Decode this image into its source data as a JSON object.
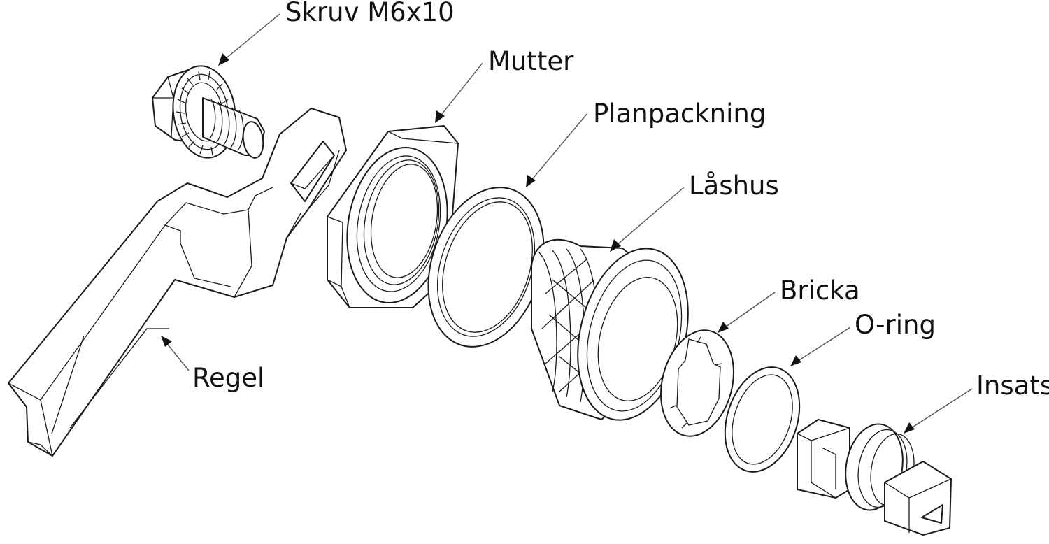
{
  "labels": {
    "skruv": "Skruv M6x10",
    "mutter": "Mutter",
    "planpackning": "Planpackning",
    "lashus": "Låshus",
    "bricka": "Bricka",
    "oring": "O-ring",
    "insats": "Insats",
    "regel": "Regel"
  },
  "colors": {
    "line": "#1a1a1a",
    "leader": "#555555",
    "background": "#ffffff"
  }
}
